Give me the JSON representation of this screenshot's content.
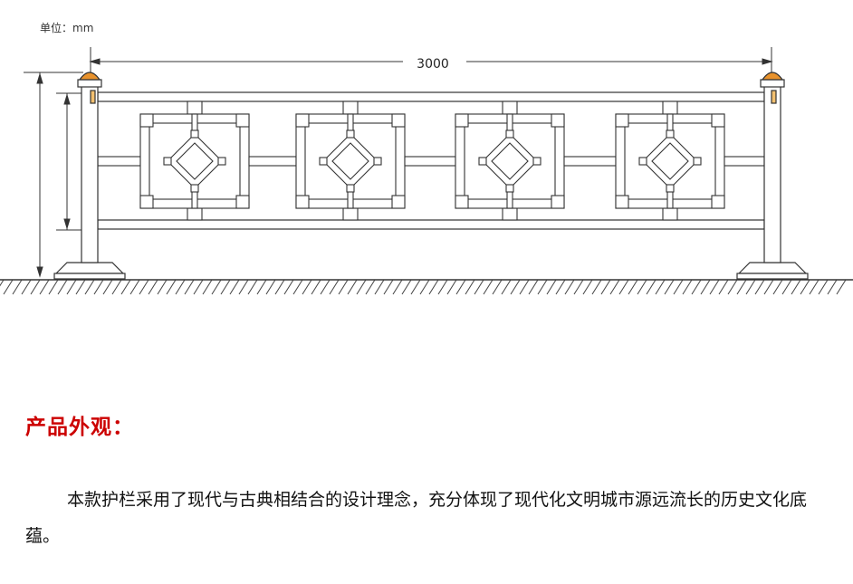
{
  "unit_label": "单位：mm",
  "dimension_width": "3000",
  "section_title": "产品外观：",
  "description": "本款护栏采用了现代与古典相结合的设计理念，充分体现了现代化文明城市源远流长的历史文化底蕴。",
  "colors": {
    "title": "#cc0000",
    "line": "#333333",
    "post_cap": "#e8922c"
  }
}
